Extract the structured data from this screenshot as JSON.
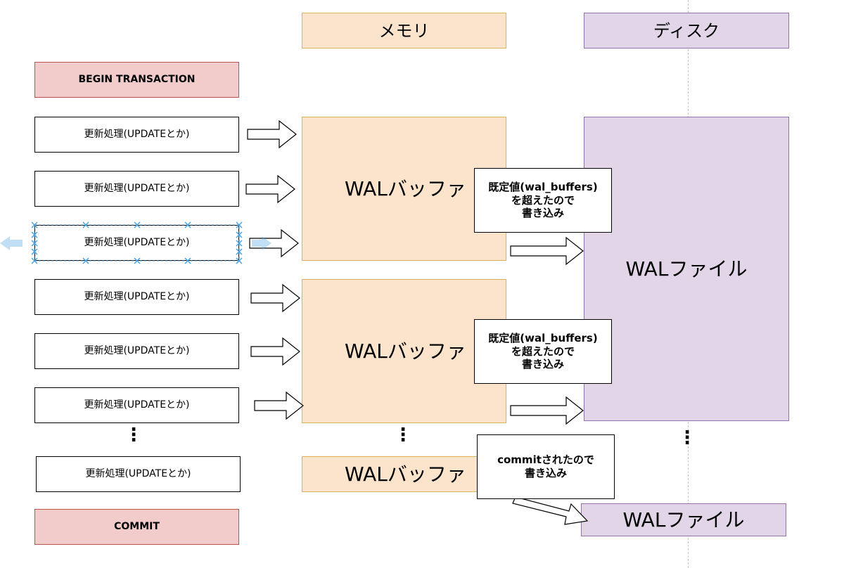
{
  "headers": {
    "memory": "メモリ",
    "disk": "ディスク"
  },
  "transaction": {
    "begin": "BEGIN TRANSACTION",
    "commit": "COMMIT"
  },
  "update_label": "更新処理(UPDATEとか)",
  "memory": {
    "buffer_label": "WALバッファ"
  },
  "disk": {
    "file_label": "WALファイル"
  },
  "notes": {
    "exceeded": "既定値(wal_buffers)\nを超えたので\n書き込み",
    "committed": "commitされたので\n書き込み"
  },
  "dots": "⋮",
  "colors": {
    "memory_fill": "#fbe3cc",
    "memory_stroke": "#d6b656",
    "disk_fill": "#e1d5e7",
    "disk_stroke": "#9673a6",
    "transaction_fill": "#f2cbcb",
    "transaction_stroke": "#b85450",
    "selection_handles": "#4aa3df"
  }
}
